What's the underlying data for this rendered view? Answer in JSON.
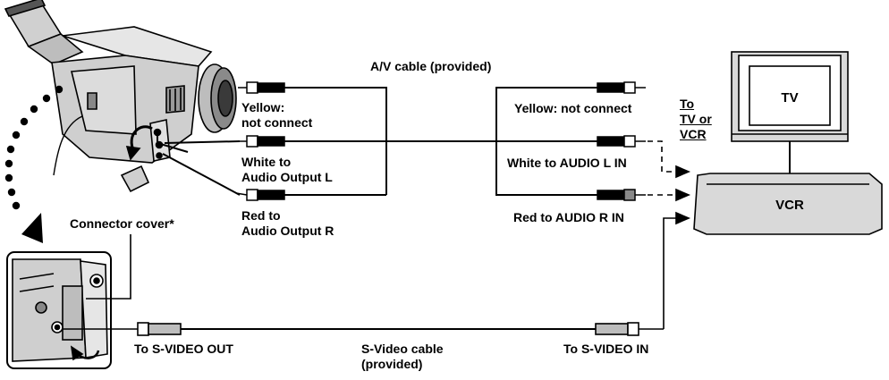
{
  "cable_title": "A/V cable (provided)",
  "camcorder_side": {
    "yellow_line1": "Yellow:",
    "yellow_line2": "not connect",
    "white_line1": "White to",
    "white_line2": "Audio Output L",
    "red_line1": "Red to",
    "red_line2": "Audio Output R",
    "connector_cover": "Connector cover*",
    "svideo_out": "To S-VIDEO OUT"
  },
  "device_side": {
    "yellow": "Yellow: not connect",
    "white": "White to AUDIO L IN",
    "red": "Red to AUDIO R IN",
    "svideo_in": "To S-VIDEO IN"
  },
  "svideo_cable_line1": "S-Video cable",
  "svideo_cable_line2": "(provided)",
  "to_note": {
    "line1": "To",
    "line2": "TV or",
    "line3": "VCR"
  },
  "tv_label": "TV",
  "vcr_label": "VCR",
  "colors": {
    "line": "#000000",
    "device_fill": "#d9d9d9",
    "background": "#ffffff"
  }
}
